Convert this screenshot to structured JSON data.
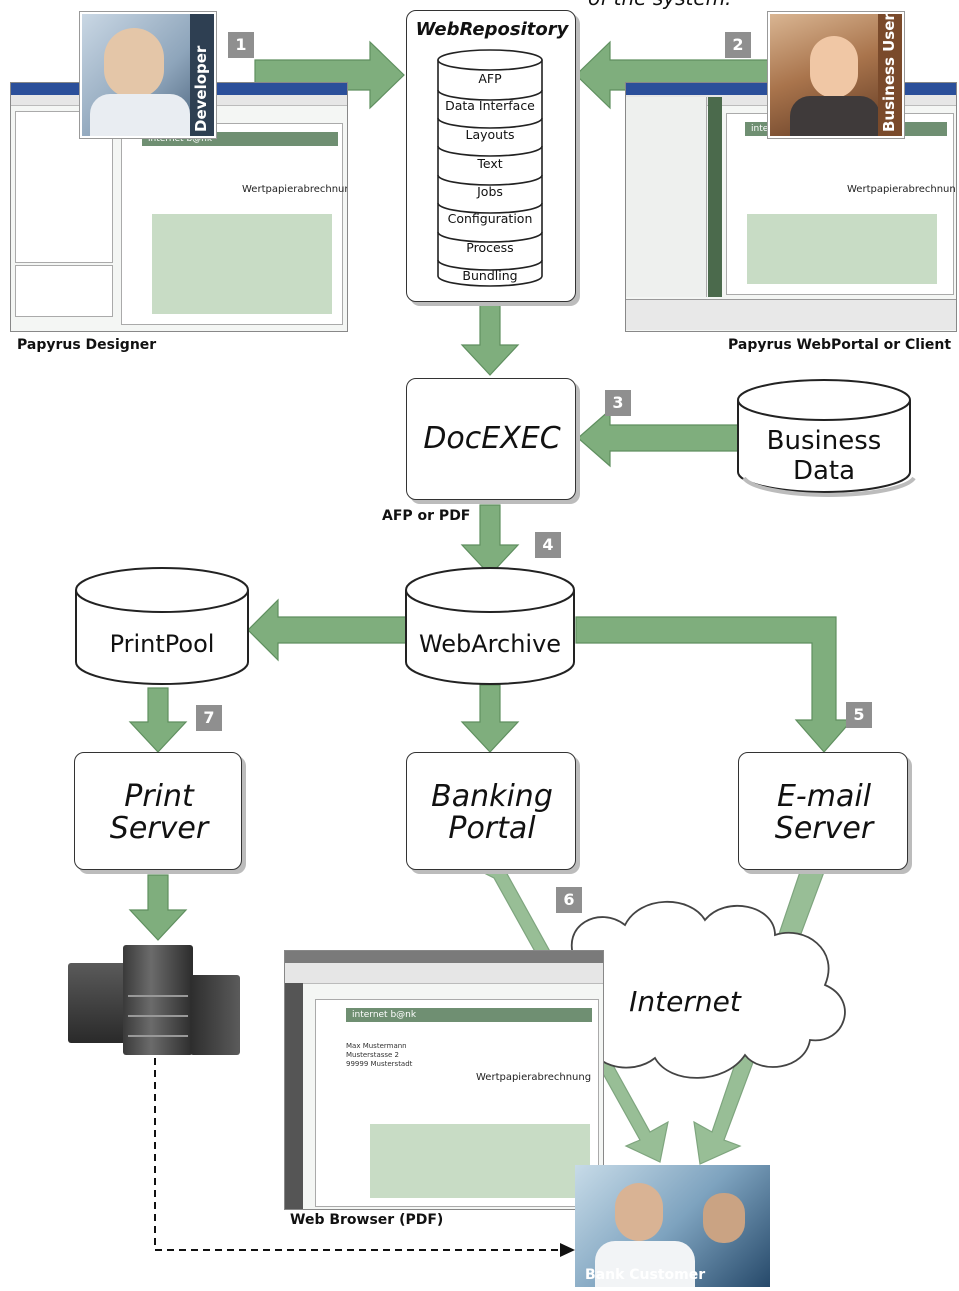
{
  "top_caption": "of the system:",
  "repository": {
    "title": "WebRepository",
    "items": [
      "AFP",
      "Data Interface",
      "Layouts",
      "Text",
      "Jobs",
      "Configuration",
      "Process",
      "Bundling"
    ]
  },
  "nodes": {
    "docexec": "DocEXEC",
    "business_data": [
      "Business",
      "Data"
    ],
    "webarchive": "WebArchive",
    "printpool": "PrintPool",
    "print_server": [
      "Print",
      "Server"
    ],
    "banking_portal": [
      "Banking",
      "Portal"
    ],
    "email_server": [
      "E-mail",
      "Server"
    ],
    "internet": "Internet"
  },
  "labels": {
    "afp_or_pdf": "AFP or PDF",
    "papyrus_designer": "Papyrus Designer",
    "papyrus_webportal": "Papyrus WebPortal or Client",
    "web_browser": "Web Browser (PDF)",
    "developer": "Developer",
    "business_user": "Business User",
    "bank_customer": "Bank Customer"
  },
  "steps": [
    "1",
    "2",
    "3",
    "4",
    "5",
    "6",
    "7"
  ],
  "screens": {
    "bank_logo": "internet b@nk",
    "doc_heading": "Wertpapierabrechnung",
    "address_lines": [
      "Max Mustermann",
      "Musterstasse 2",
      "",
      "99999 Musterstadt"
    ]
  },
  "colors": {
    "arrow_green": "#7fae7d",
    "arrow_stroke": "#5f8f5f",
    "step_badge": "#8f8f8f",
    "box_shadow": "#bcbcbc"
  }
}
